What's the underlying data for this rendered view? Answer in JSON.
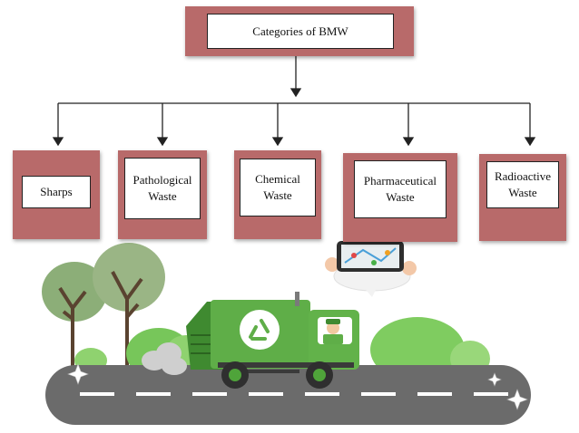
{
  "diagram": {
    "root": {
      "label": "Categories of BMW"
    },
    "categories": [
      {
        "label": "Sharps"
      },
      {
        "label": "Pathological\nWaste"
      },
      {
        "label": "Chemical\nWaste"
      },
      {
        "label": "Pharmaceutical\nWaste"
      },
      {
        "label": "Radioactive\nWaste"
      }
    ]
  },
  "colors": {
    "box_fill": "#b86a6a",
    "truck_green": "#5fae48",
    "road": "#6b6b6b",
    "tree": "#8cae78"
  },
  "illustration": {
    "vehicle": "garbage-truck",
    "truck_emblem": "recycle-icon",
    "phone": "map-app-phone",
    "scenery": [
      "tree",
      "bush",
      "road"
    ]
  }
}
